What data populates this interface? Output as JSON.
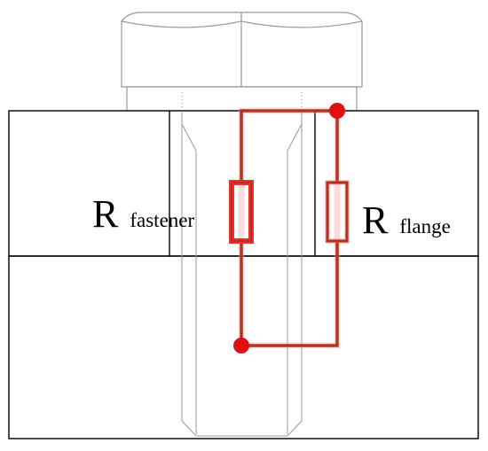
{
  "labels": {
    "fastener_letter": "R",
    "fastener_sub": "fastener",
    "flange_letter": "R",
    "flange_sub": "flange"
  },
  "colors": {
    "circuit": "#b0341e",
    "circuit_highlight": "#ff2a2a",
    "node": "#e01010",
    "outline": "#000000",
    "bolt_outline": "#9a9a9a"
  },
  "icons": {
    "fastener_resistor": "resistor-icon",
    "flange_resistor": "resistor-icon",
    "top_node": "junction-dot-icon",
    "bottom_node": "junction-dot-icon"
  }
}
